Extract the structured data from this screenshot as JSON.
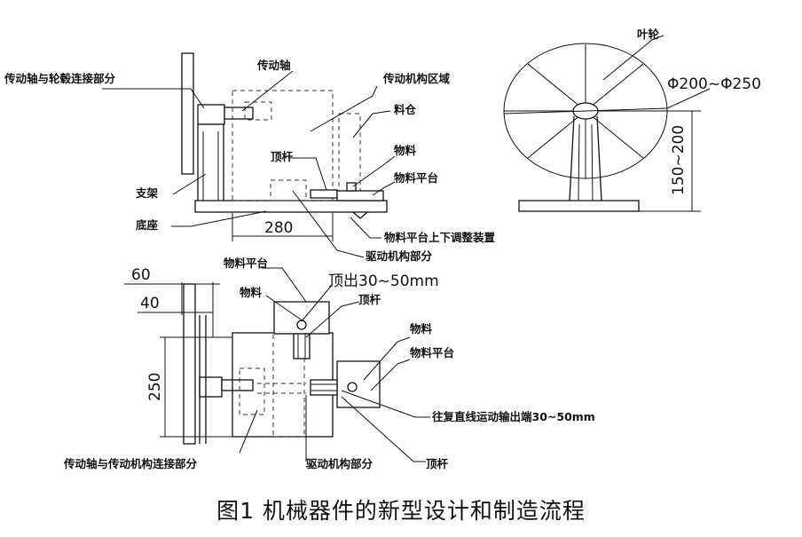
{
  "labels": {
    "shaft_hub": "传动轴与轮毂连接部分",
    "shaft": "传动轴",
    "mech_area": "传动机构区域",
    "bin": "料仓",
    "rod_top": "顶杆",
    "material_top": "物料",
    "platform_top": "物料平台",
    "bracket": "支架",
    "base": "底座",
    "platform_adjust": "物料平台上下调整装置",
    "drive_top": "驱动机构部分",
    "impeller": "叶轮",
    "platform_mid": "物料平台",
    "material_mid": "物料",
    "push_out": "顶出30~50mm",
    "rod_mid": "顶杆",
    "material_right": "物料",
    "platform_right": "物料平台",
    "reciprocating": "往复直线运动输出端30~50mm",
    "shaft_mech": "传动轴与传动机构连接部分",
    "drive_bottom": "驱动机构部分",
    "rod_bottom": "顶杆"
  },
  "dimensions": {
    "d280": "280",
    "phi": "Φ200~Φ250",
    "h150": "150~200",
    "d60": "60",
    "d40": "40",
    "d250": "250"
  },
  "caption": "图1  机械器件的新型设计和制造流程"
}
